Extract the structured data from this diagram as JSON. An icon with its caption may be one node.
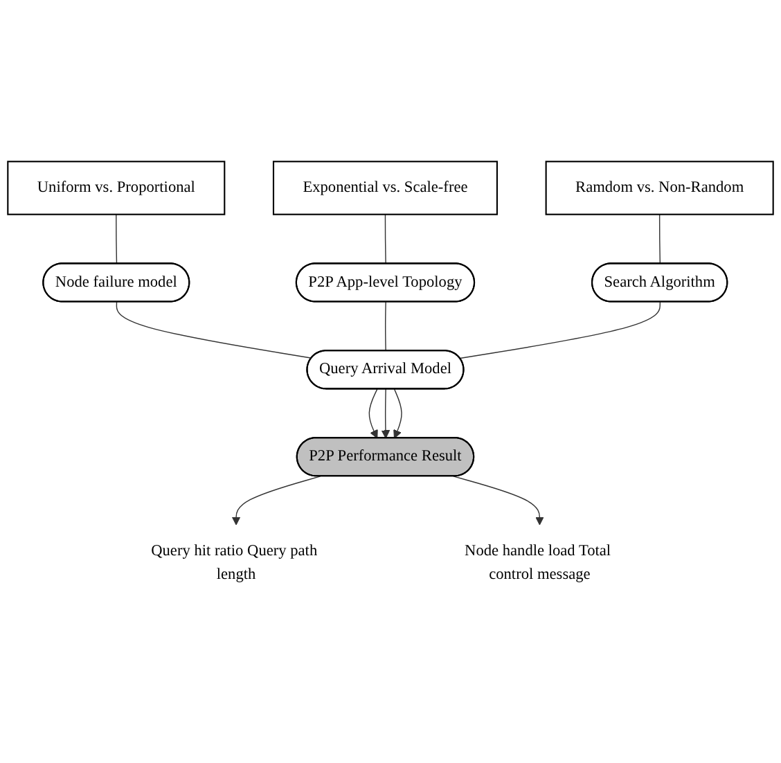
{
  "diagram": {
    "nodes": [
      {
        "text": [
          "Exponential vs. Scale-free"
        ]
      },
      {
        "text": [
          "Uniform vs. Proportional"
        ]
      },
      {
        "text": [
          "Ramdom vs. Non-Random"
        ]
      },
      {
        "text": [
          "P2P App-level Topology"
        ]
      },
      {
        "text": [
          "Node failure model"
        ]
      },
      {
        "text": [
          "Search Algorithm"
        ]
      },
      {
        "text": [
          "Query Arrival Model"
        ]
      },
      {
        "text": [
          "Query hit ratio Query path length"
        ]
      },
      {
        "text": [
          "Node handle load Total control message"
        ]
      },
      {
        "text": [
          "P2P Performance Result"
        ]
      }
    ],
    "edges": [
      {
        "from": 0,
        "to": 3,
        "arrow": "none"
      },
      {
        "from": 1,
        "to": 4,
        "arrow": "none"
      },
      {
        "from": 2,
        "to": 5,
        "arrow": "none"
      },
      {
        "from": 4,
        "to": 6,
        "arrow": "none"
      },
      {
        "from": 3,
        "to": 6,
        "arrow": "none"
      },
      {
        "from": 5,
        "to": 6,
        "arrow": "none"
      },
      {
        "from": 6,
        "to": 9,
        "arrow": "to"
      },
      {
        "from": 6,
        "to": 9,
        "arrow": "to"
      },
      {
        "from": 6,
        "to": 9,
        "arrow": "to"
      },
      {
        "from": 9,
        "to": 7,
        "arrow": "to"
      },
      {
        "from": 9,
        "to": 8,
        "arrow": "to"
      }
    ]
  }
}
